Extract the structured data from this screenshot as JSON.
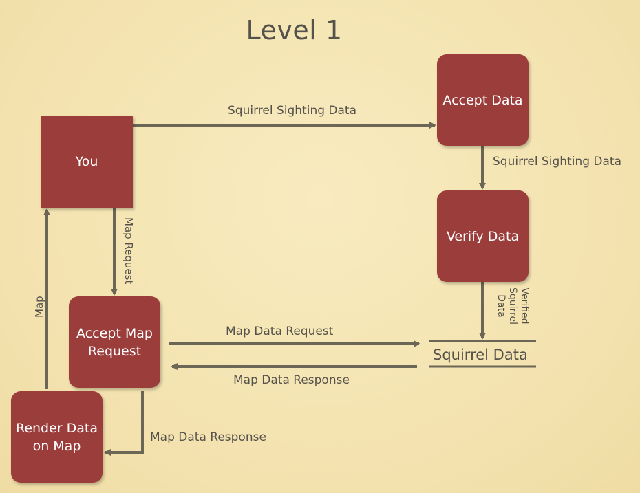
{
  "title": "Level 1",
  "nodes": {
    "you": "You",
    "accept_data": "Accept Data",
    "verify_data": "Verify Data",
    "accept_map_request": "Accept Map\nRequest",
    "render_data_on_map": "Render Data\non Map"
  },
  "data_store": "Squirrel Data",
  "flows": {
    "you_to_accept": "Squirrel Sighting Data",
    "accept_to_verify": "Squirrel Sighting Data",
    "verify_to_store": "Verified Squirrel Data",
    "verify_to_store_lines": [
      "Verified",
      "Squirrel",
      "Data"
    ],
    "you_to_map_request": "Map Request",
    "map_request_to_store": "Map Data Request",
    "store_to_map_request": "Map Data Response",
    "map_request_to_render": "Map Data Response",
    "render_to_you": "Map"
  },
  "colors": {
    "background": "#f5e6b6",
    "process_fill": "#9a3d3b",
    "line": "#6b6656",
    "text": "#55524c"
  }
}
